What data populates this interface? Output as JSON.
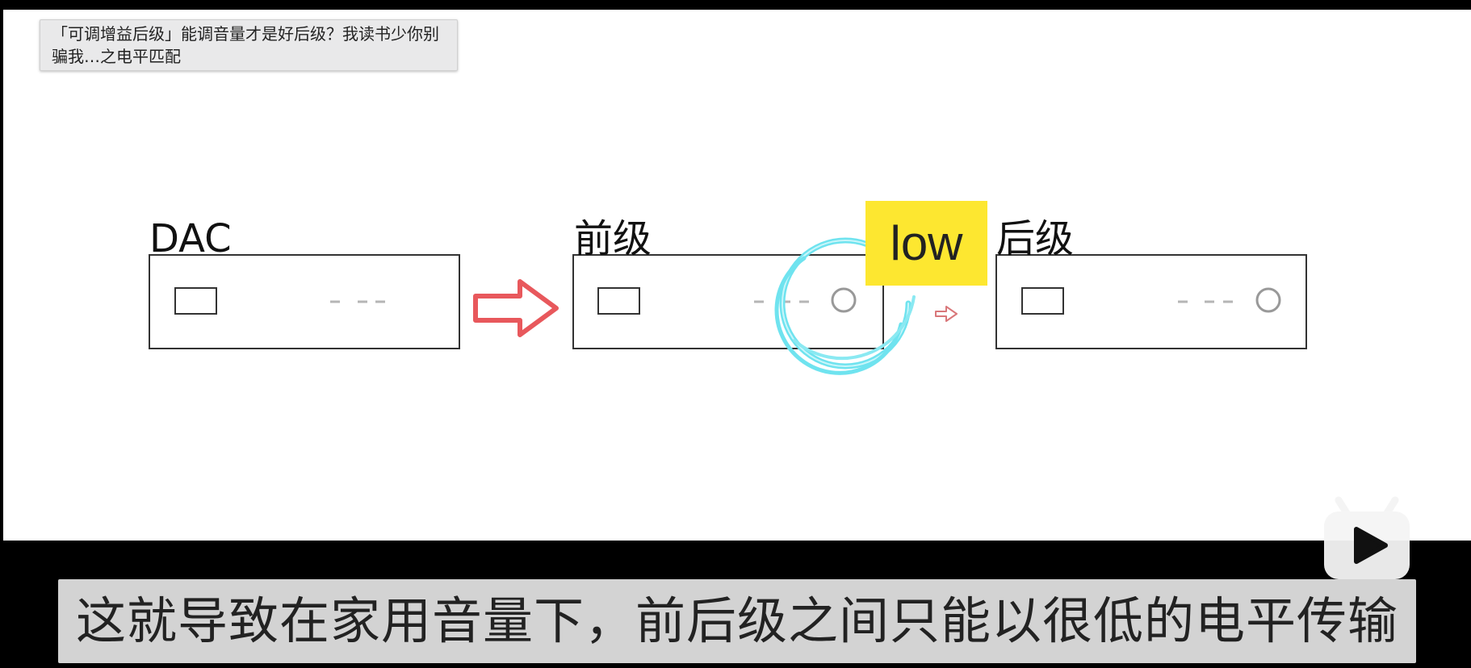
{
  "video": {
    "title": "「可调增益后级」能调音量才是好后级？我读书少你别骗我…之电平匹配",
    "subtitle": "这就导致在家用音量下，前后级之间只能以很低的电平传输"
  },
  "diagram": {
    "dac_label": "DAC",
    "preamp_label": "前级",
    "poweramp_label": "后级",
    "low_badge": "low"
  },
  "colors": {
    "big_arrow": "#e8585c",
    "small_arrow": "#d9777a",
    "highlight_ring": "#6fe3ef",
    "low_badge_bg": "#fde730"
  },
  "icons": {
    "logo": "bilibili-tv-icon",
    "play": "play-icon"
  }
}
